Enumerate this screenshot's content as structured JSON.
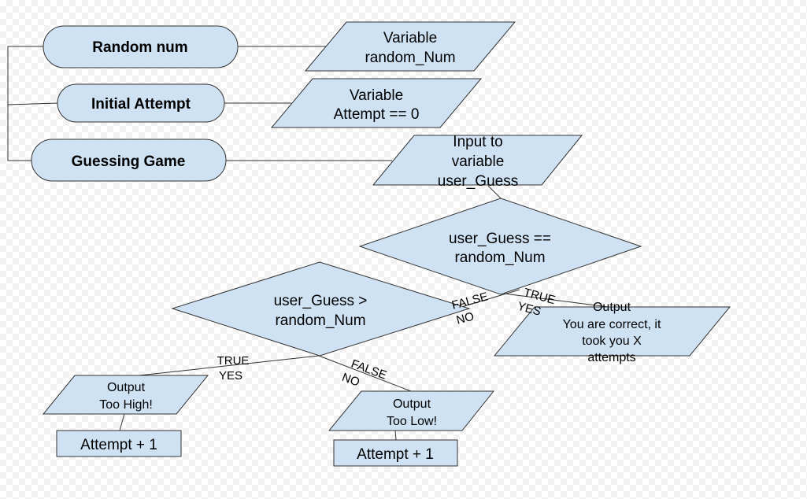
{
  "colors": {
    "shape_fill": "#cfe2f3",
    "shape_stroke": "#333333",
    "line": "#333333"
  },
  "terminators": {
    "random_num": "Random num",
    "initial_attempt": "Initial Attempt",
    "guessing_game": "Guessing Game"
  },
  "io": {
    "var_random": [
      "Variable",
      "random_Num"
    ],
    "var_attempt": [
      "Variable",
      "Attempt == 0"
    ],
    "input_guess": [
      "Input to",
      "variable",
      "user_Guess"
    ],
    "out_correct": [
      "Output",
      "You are correct, it",
      "took you X",
      "attempts"
    ],
    "out_high": [
      "Output",
      "Too High!"
    ],
    "out_low": [
      "Output",
      "Too Low!"
    ]
  },
  "decisions": {
    "equal": [
      "user_Guess ==",
      "random_Num"
    ],
    "greater": [
      "user_Guess >",
      "random_Num"
    ]
  },
  "processes": {
    "attempt_high": "Attempt + 1",
    "attempt_low": "Attempt + 1"
  },
  "branch_labels": {
    "eq_false": [
      "FALSE",
      "NO"
    ],
    "eq_true": [
      "TRUE",
      "YES"
    ],
    "gt_true": [
      "TRUE",
      "YES"
    ],
    "gt_false": [
      "FALSE",
      "NO"
    ]
  }
}
